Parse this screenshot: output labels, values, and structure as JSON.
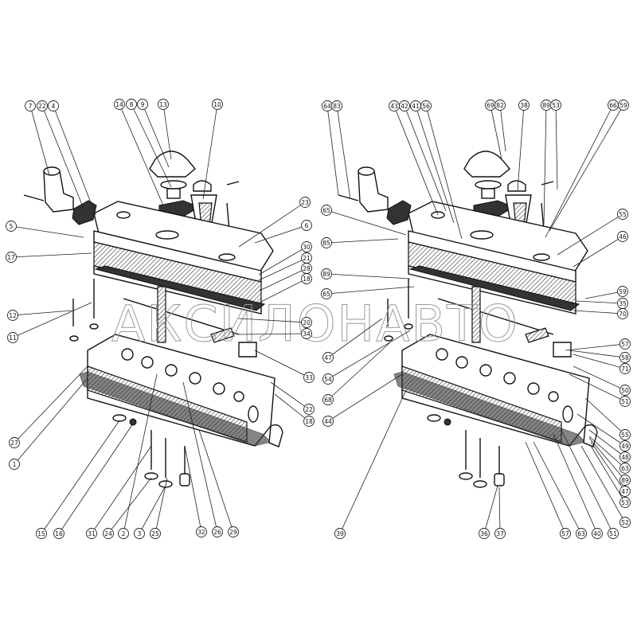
{
  "watermark": "АКСИЛОНАВТО",
  "left_assembly": {
    "callouts": [
      "7",
      "22",
      "4",
      "14",
      "8",
      "9",
      "13",
      "10",
      "23",
      "6",
      "30",
      "21",
      "28",
      "18",
      "5",
      "17",
      "12",
      "11",
      "20",
      "34",
      "33",
      "22",
      "18",
      "27",
      "1",
      "15",
      "16",
      "31",
      "24",
      "2",
      "3",
      "25",
      "32",
      "26",
      "29"
    ]
  },
  "right_assembly": {
    "callouts": [
      "64",
      "83",
      "43",
      "42",
      "41",
      "56",
      "69",
      "82",
      "38",
      "89",
      "53",
      "66",
      "59",
      "65",
      "85",
      "89",
      "65",
      "55",
      "46",
      "59",
      "35",
      "70",
      "47",
      "54",
      "68",
      "44",
      "57",
      "58",
      "71",
      "50",
      "51",
      "55",
      "49",
      "48",
      "63",
      "89",
      "47",
      "53",
      "52",
      "39",
      "36",
      "37",
      "57",
      "63",
      "40",
      "51"
    ]
  }
}
